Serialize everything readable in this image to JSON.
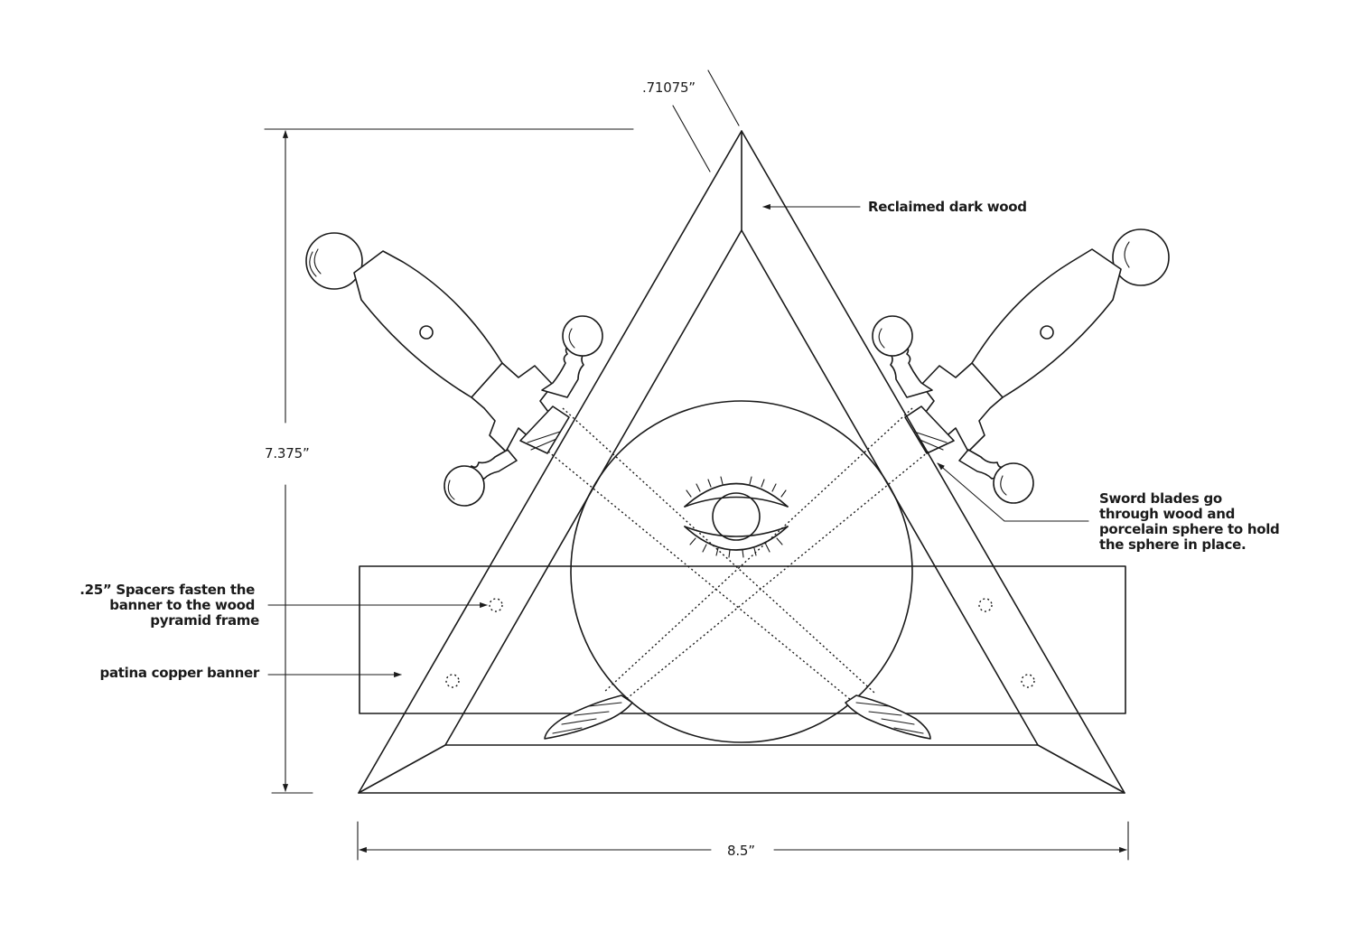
{
  "dimensions": {
    "top_thickness": ".71075”",
    "height": "7.375”",
    "width": "8.5”"
  },
  "callouts": {
    "wood": "Reclaimed dark wood",
    "blades": [
      "Sword blades go",
      "through wood and",
      "porcelain sphere to hold",
      "the sphere in place."
    ],
    "spacers": [
      ".25” Spacers fasten the",
      "banner to the wood",
      "pyramid frame"
    ],
    "banner": "patina copper banner"
  }
}
